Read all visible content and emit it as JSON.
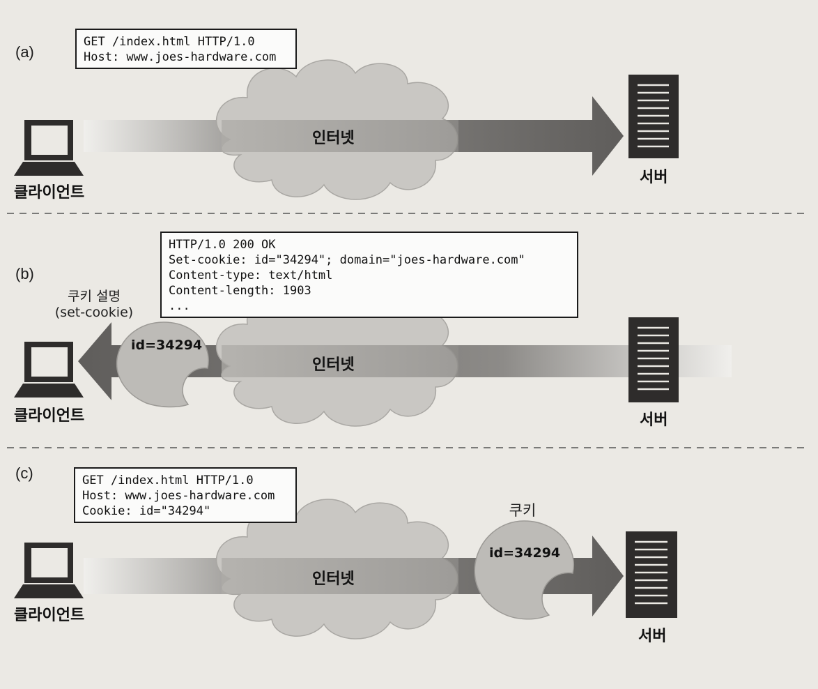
{
  "panels": {
    "a": {
      "label": "(a)",
      "message": [
        "GET /index.html HTTP/1.0",
        "Host: www.joes-hardware.com"
      ],
      "cloud_label": "인터넷",
      "client_label": "클라이언트",
      "server_label": "서버"
    },
    "b": {
      "label": "(b)",
      "message": [
        "HTTP/1.0 200 OK",
        "Set-cookie: id=\"34294\"; domain=\"joes-hardware.com\"",
        "Content-type: text/html",
        "Content-length: 1903",
        "..."
      ],
      "cookie_caption_line1": "쿠키 설명",
      "cookie_caption_line2": "(set-cookie)",
      "cookie_label": "id=34294",
      "cloud_label": "인터넷",
      "client_label": "클라이언트",
      "server_label": "서버"
    },
    "c": {
      "label": "(c)",
      "message": [
        "GET /index.html HTTP/1.0",
        "Host: www.joes-hardware.com",
        "Cookie: id=\"34294\""
      ],
      "cookie_caption": "쿠키",
      "cookie_label": "id=34294",
      "cloud_label": "인터넷",
      "client_label": "클라이언트",
      "server_label": "서버"
    }
  },
  "colors": {
    "arrow": "#6f6d6b",
    "cloud": "#c9c7c3",
    "cookie": "#bdbbb7",
    "device": "#2e2c2b",
    "paper": "#ebe9e4"
  }
}
